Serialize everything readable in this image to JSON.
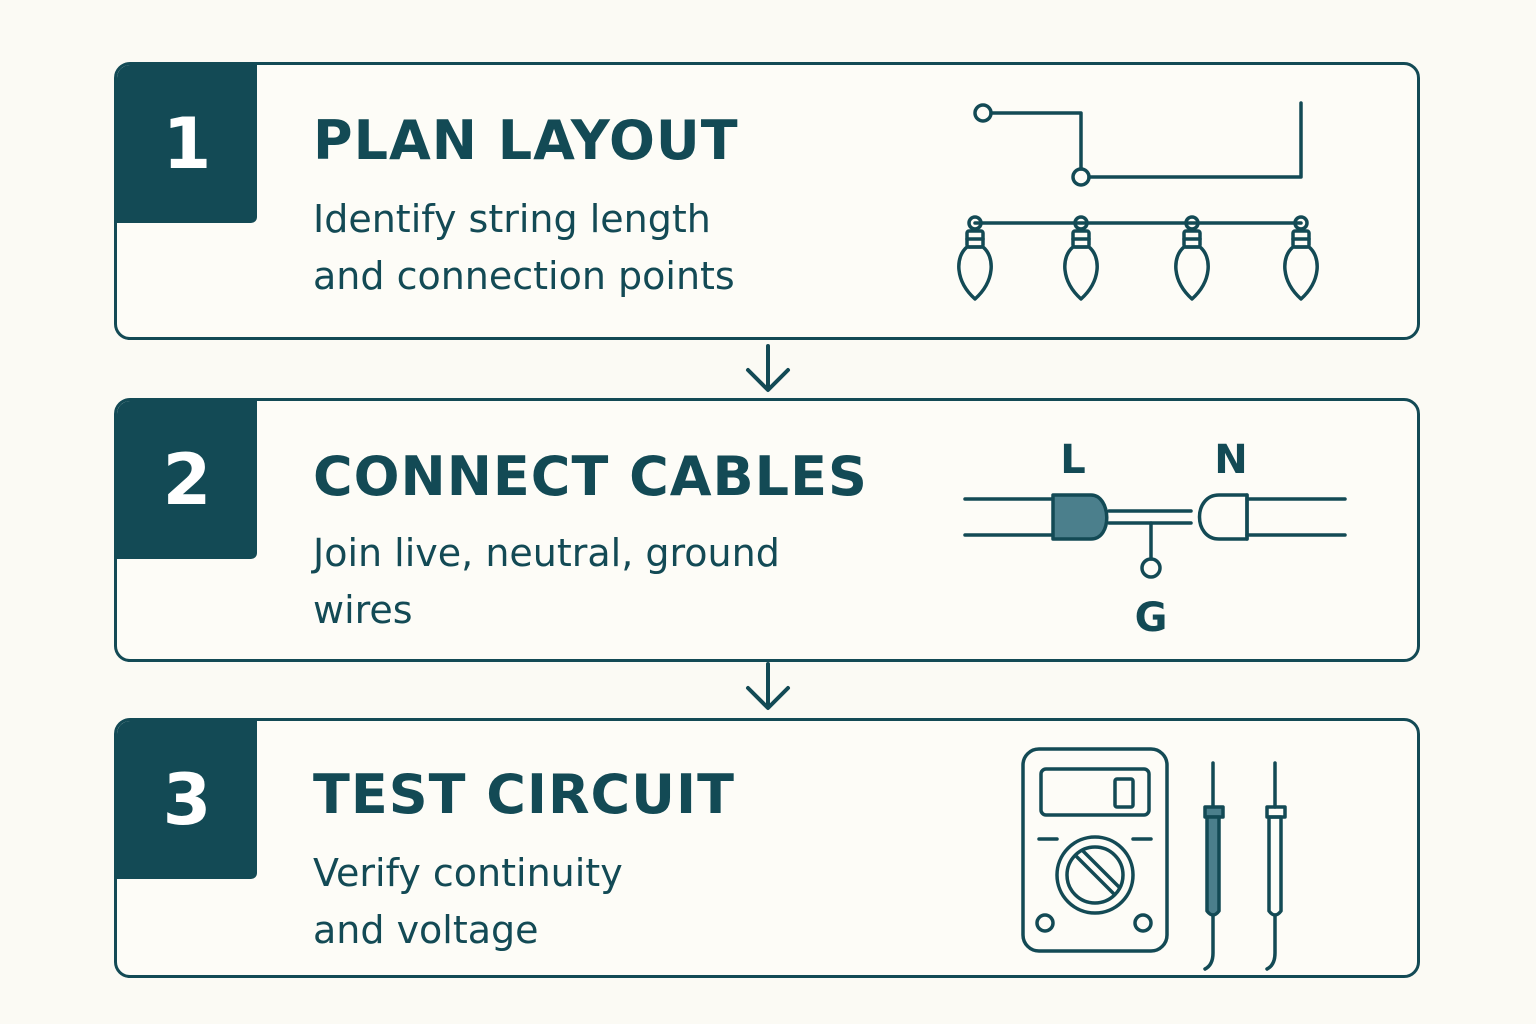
{
  "colors": {
    "primary": "#134a55",
    "fill_accent": "#4b7f8c",
    "background": "#fbfaf4"
  },
  "steps": [
    {
      "number": "1",
      "title": "PLAN LAYOUT",
      "description_lines": [
        "Identify string length",
        "and connection points"
      ],
      "icon": "string-lights-layout-icon"
    },
    {
      "number": "2",
      "title": "CONNECT CABLES",
      "description_lines": [
        "Join live, neutral, ground",
        "wires"
      ],
      "icon": "cable-connector-icon",
      "labels": {
        "live": "L",
        "neutral": "N",
        "ground": "G"
      }
    },
    {
      "number": "3",
      "title": "TEST CIRCUIT",
      "description_lines": [
        "Verify continuity",
        "and voltage"
      ],
      "icon": "multimeter-icon"
    }
  ],
  "connectors": [
    "down-arrow-icon",
    "down-arrow-icon"
  ]
}
